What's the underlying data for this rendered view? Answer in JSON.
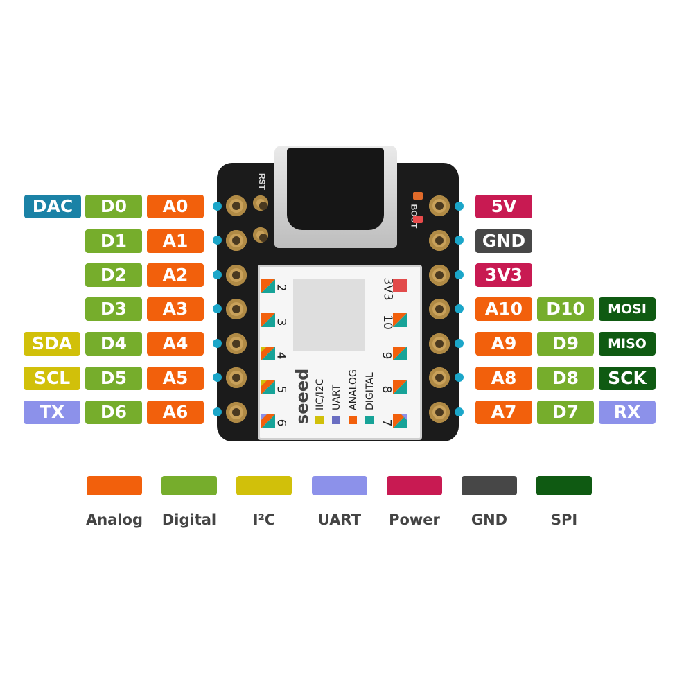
{
  "colors": {
    "analog": "#f2600c",
    "digital": "#76ad2c",
    "i2c": "#d1c00a",
    "uart": "#8c91ea",
    "power": "#c81a52",
    "gnd": "#474747",
    "spi": "#0f5a12",
    "dac": "#1b82a6",
    "pin_dot": "#1ba6c9"
  },
  "left_labels": {
    "dac": "DAC",
    "sda": "SDA",
    "scl": "SCL",
    "tx": "TX",
    "digital": [
      "D0",
      "D1",
      "D2",
      "D3",
      "D4",
      "D5",
      "D6"
    ],
    "analog": [
      "A0",
      "A1",
      "A2",
      "A3",
      "A4",
      "A5",
      "A6"
    ]
  },
  "right_labels": {
    "power": [
      "5V",
      "GND",
      "3V3"
    ],
    "analog": [
      "A10",
      "A9",
      "A8",
      "A7"
    ],
    "digital": [
      "D10",
      "D9",
      "D8",
      "D7"
    ],
    "spi": [
      "MOSI",
      "MISO",
      "SCK"
    ],
    "rx": "RX"
  },
  "board": {
    "rst_label": "RST",
    "boot_label": "BOOT",
    "brand": "seeed",
    "left_pin_numbers": [
      "2",
      "3",
      "4",
      "5",
      "6"
    ],
    "right_pin_numbers": [
      "3V3",
      "10",
      "9",
      "8",
      "7"
    ],
    "key": [
      "IIC/I2C",
      "UART",
      "ANALOG",
      "DIGITAL"
    ]
  },
  "legend": [
    {
      "label": "Analog",
      "color": "#f2600c"
    },
    {
      "label": "Digital",
      "color": "#76ad2c"
    },
    {
      "label": "I²C",
      "color": "#d1c00a"
    },
    {
      "label": "UART",
      "color": "#8c91ea"
    },
    {
      "label": "Power",
      "color": "#c81a52"
    },
    {
      "label": "GND",
      "color": "#474747"
    },
    {
      "label": "SPI",
      "color": "#0f5a12"
    }
  ]
}
